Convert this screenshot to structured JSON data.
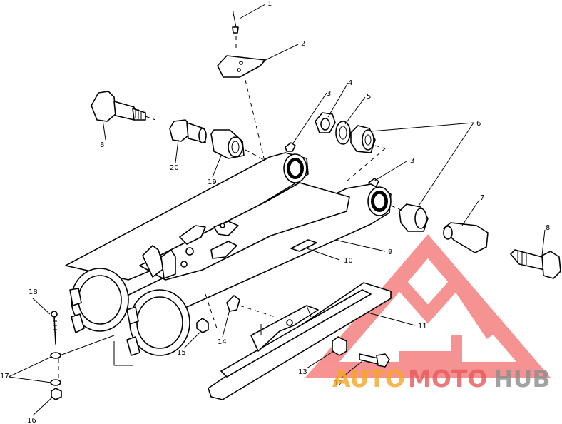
{
  "callouts": {
    "c1": "1",
    "c2": "2",
    "c3a": "3",
    "c3b": "3",
    "c4": "4",
    "c5": "5",
    "c6": "6",
    "c7": "7",
    "c8a": "8",
    "c8b": "8",
    "c9": "9",
    "c10": "10",
    "c11": "11",
    "c12": "12",
    "c13": "13",
    "c14": "14",
    "c15": "15",
    "c16": "16",
    "c17": "17",
    "c18": "18",
    "c19": "19",
    "c20": "20"
  },
  "watermark": {
    "part1": "AUTO",
    "part2": "MOTO",
    "part3": "HUB",
    "colors": {
      "orange": "#f5a623",
      "red": "#e8585a",
      "gray": "#8c8c8c",
      "triangle": "#f15a5a"
    }
  }
}
